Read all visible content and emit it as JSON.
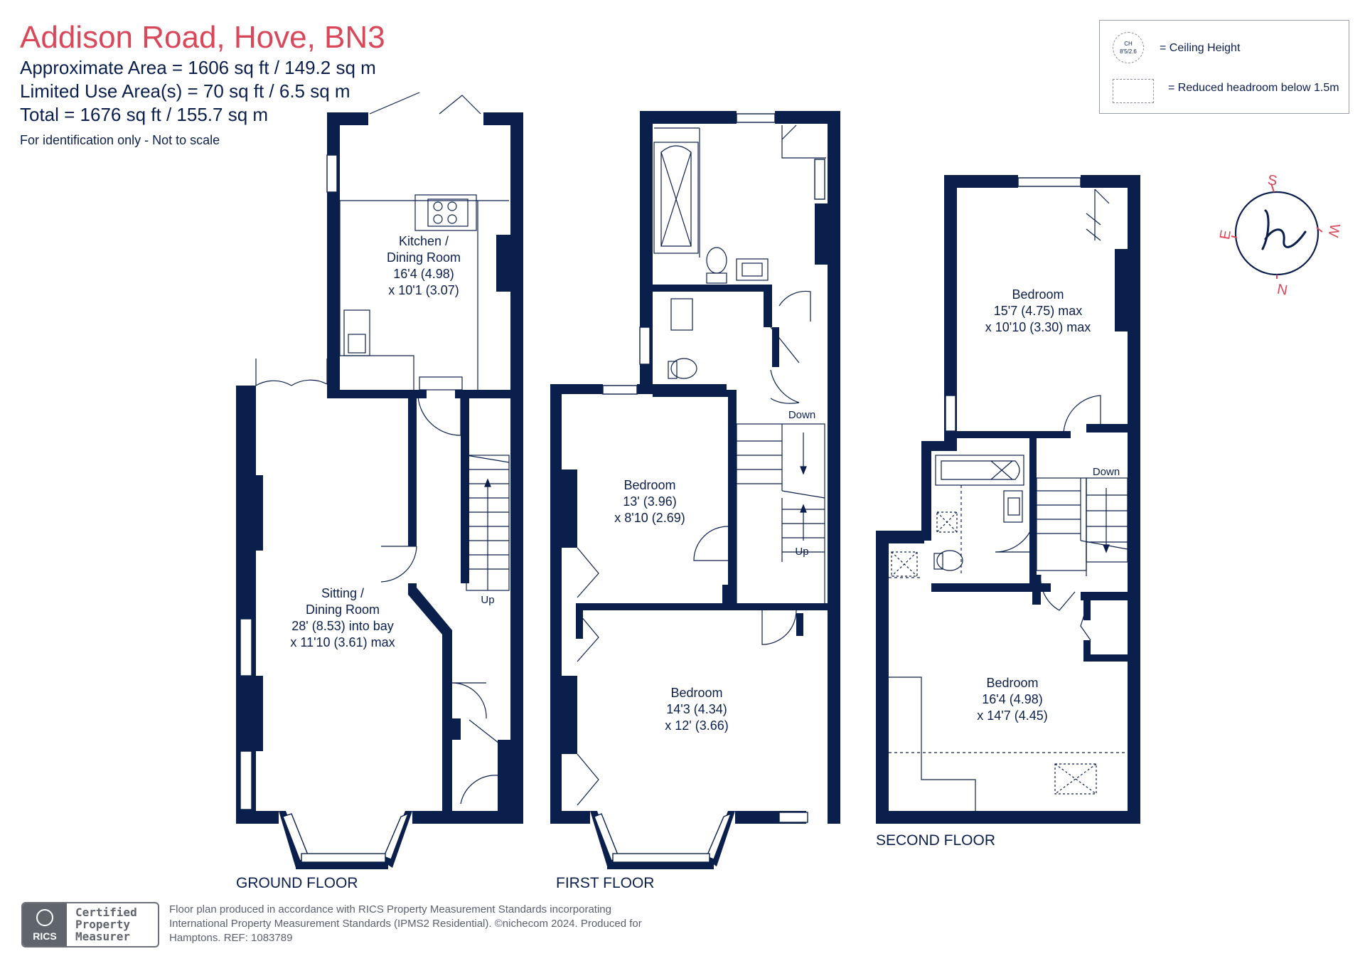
{
  "header": {
    "title": "Addison Road, Hove, BN3",
    "approx_area": "Approximate Area = 1606 sq ft / 149.2 sq m",
    "limited_use": "Limited Use Area(s) = 70 sq ft / 6.5 sq m",
    "total": "Total = 1676 sq ft / 155.7 sq m",
    "note": "For identification only - Not to scale"
  },
  "legend": {
    "ch_symbol_top": "CH",
    "ch_symbol_bottom": "8'5/2.6",
    "ceiling_height": "= Ceiling Height",
    "reduced_headroom": "= Reduced headroom below 1.5m"
  },
  "compass": {
    "s": "S",
    "w": "W",
    "n": "N",
    "e": "E",
    "logo": "h"
  },
  "floors": {
    "ground": "GROUND FLOOR",
    "first": "FIRST FLOOR",
    "second": "SECOND FLOOR"
  },
  "rooms": {
    "kitchen": [
      "Kitchen /",
      "Dining Room",
      "16'4 (4.98)",
      "x 10'1 (3.07)"
    ],
    "sitting": [
      "Sitting /",
      "Dining Room",
      "28' (8.53) into bay",
      "x 11'10 (3.61) max"
    ],
    "ff_bed_small": [
      "Bedroom",
      "13' (3.96)",
      "x 8'10 (2.69)"
    ],
    "ff_bed_large": [
      "Bedroom",
      "14'3 (4.34)",
      "x 12' (3.66)"
    ],
    "sf_bed_top": [
      "Bedroom",
      "15'7 (4.75) max",
      "x 10'10 (3.30) max"
    ],
    "sf_bed_bottom": [
      "Bedroom",
      "16'4 (4.98)",
      "x 14'7 (4.45)"
    ]
  },
  "stairs": {
    "gf_up": "Up",
    "ff_down": "Down",
    "ff_up": "Up",
    "sf_down": "Down"
  },
  "footer": {
    "line1": "Floor plan produced in accordance with RICS Property Measurement Standards incorporating",
    "line2": "International Property Measurement Standards (IPMS2 Residential).   ©nichecom 2024.   Produced for",
    "line3": "Hamptons.   REF: 1083789"
  },
  "rics": {
    "badge": "RICS",
    "line1": "Certified",
    "line2": "Property",
    "line3": "Measurer"
  },
  "colors": {
    "wall": "#0b1f4d",
    "title": "#d9485a",
    "compass_accent": "#d9485a"
  }
}
